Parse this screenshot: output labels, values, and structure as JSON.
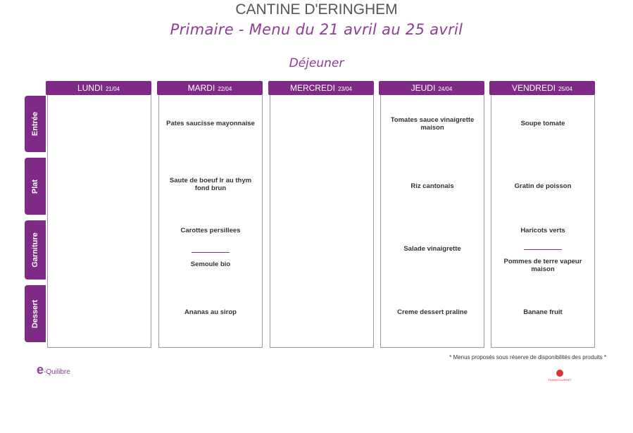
{
  "title": "CANTINE D'ERINGHEM",
  "subtitle": "Primaire - Menu du 21 avril au 25 avril",
  "meal": "Déjeuner",
  "rows": [
    "Entrée",
    "Plat",
    "Garniture",
    "Dessert"
  ],
  "days": [
    {
      "name": "LUNDI",
      "date": "21/04",
      "entree": "",
      "plat": "",
      "garniture": "",
      "garniture2": "",
      "dessert": ""
    },
    {
      "name": "MARDI",
      "date": "22/04",
      "entree": "Pates saucisse mayonnaise",
      "plat": "Saute de boeuf lr au thym fond brun",
      "garniture": "Carottes persillees",
      "garniture2": "Semoule bio",
      "dessert": "Ananas au sirop"
    },
    {
      "name": "MERCREDI",
      "date": "23/04",
      "entree": "",
      "plat": "",
      "garniture": "",
      "garniture2": "",
      "dessert": ""
    },
    {
      "name": "JEUDI",
      "date": "24/04",
      "entree": "Tomates sauce vinaigrette maison",
      "plat": "Riz cantonais",
      "garniture": "Salade vinaigrette",
      "garniture2": "",
      "dessert": "Creme dessert praline"
    },
    {
      "name": "VENDREDI",
      "date": "25/04",
      "entree": "Soupe tomate",
      "plat": "Gratin de poisson",
      "garniture": "Haricots verts",
      "garniture2": "Pommes de terre vapeur maison",
      "dessert": "Banane fruit"
    }
  ],
  "note": "* Menus proposés sous réserve de disponibilités des produits *",
  "logo_left": {
    "mark": "e",
    "text": "-Quilibre"
  },
  "logo_right": "TRANSGOURMET",
  "colors": {
    "accent": "#7e2a86"
  }
}
